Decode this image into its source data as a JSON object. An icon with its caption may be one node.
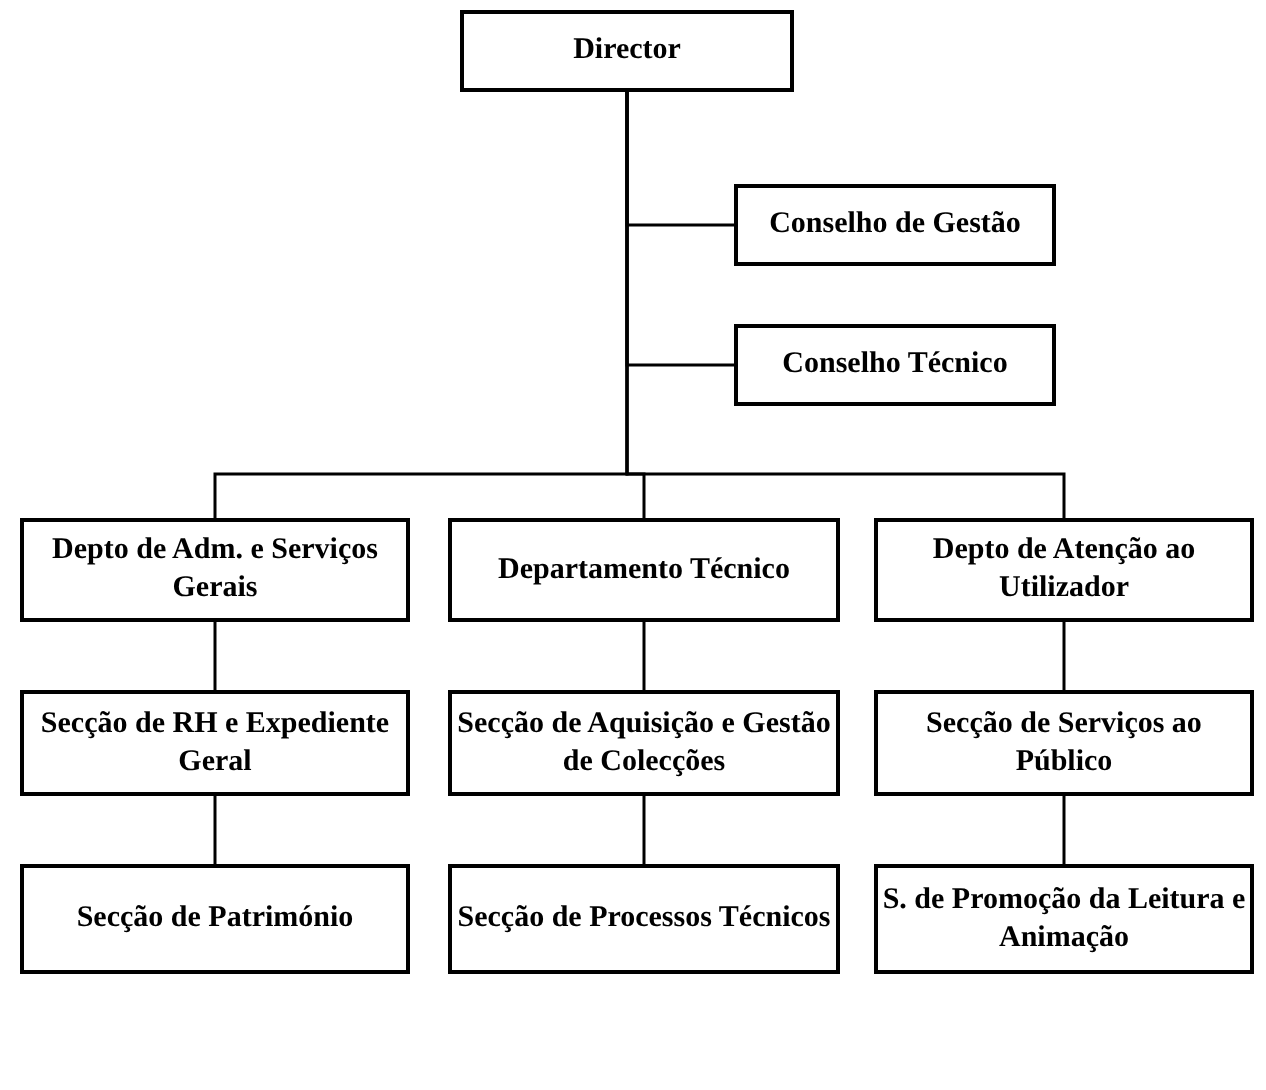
{
  "diagram": {
    "nodes": [
      {
        "text": [
          "Director"
        ]
      },
      {
        "text": [
          "Conselho de Gestão"
        ]
      },
      {
        "text": [
          "Conselho Técnico"
        ]
      },
      {
        "text": [
          "Depto de Adm. e Serviços Gerais"
        ]
      },
      {
        "text": [
          "Departamento Técnico"
        ]
      },
      {
        "text": [
          "Depto de Atenção ao Utilizador"
        ]
      },
      {
        "text": [
          "Secção de RH e Expediente Geral"
        ]
      },
      {
        "text": [
          "Secção de Aquisição e Gestão de Colecções"
        ]
      },
      {
        "text": [
          "Secção de Serviços ao Público"
        ]
      },
      {
        "text": [
          "Secção de Património"
        ]
      },
      {
        "text": [
          "Secção de Processos Técnicos"
        ]
      },
      {
        "text": [
          "S. de Promoção da Leitura e Animação"
        ]
      }
    ],
    "edges": [
      {
        "from": 0,
        "to": 1,
        "arrow": "none"
      },
      {
        "from": 0,
        "to": 2,
        "arrow": "none"
      },
      {
        "from": 0,
        "to": 3,
        "arrow": "none"
      },
      {
        "from": 0,
        "to": 4,
        "arrow": "none"
      },
      {
        "from": 0,
        "to": 5,
        "arrow": "none"
      },
      {
        "from": 3,
        "to": 6,
        "arrow": "none"
      },
      {
        "from": 4,
        "to": 7,
        "arrow": "none"
      },
      {
        "from": 5,
        "to": 8,
        "arrow": "none"
      },
      {
        "from": 6,
        "to": 9,
        "arrow": "none"
      },
      {
        "from": 7,
        "to": 10,
        "arrow": "none"
      },
      {
        "from": 8,
        "to": 11,
        "arrow": "none"
      }
    ]
  }
}
